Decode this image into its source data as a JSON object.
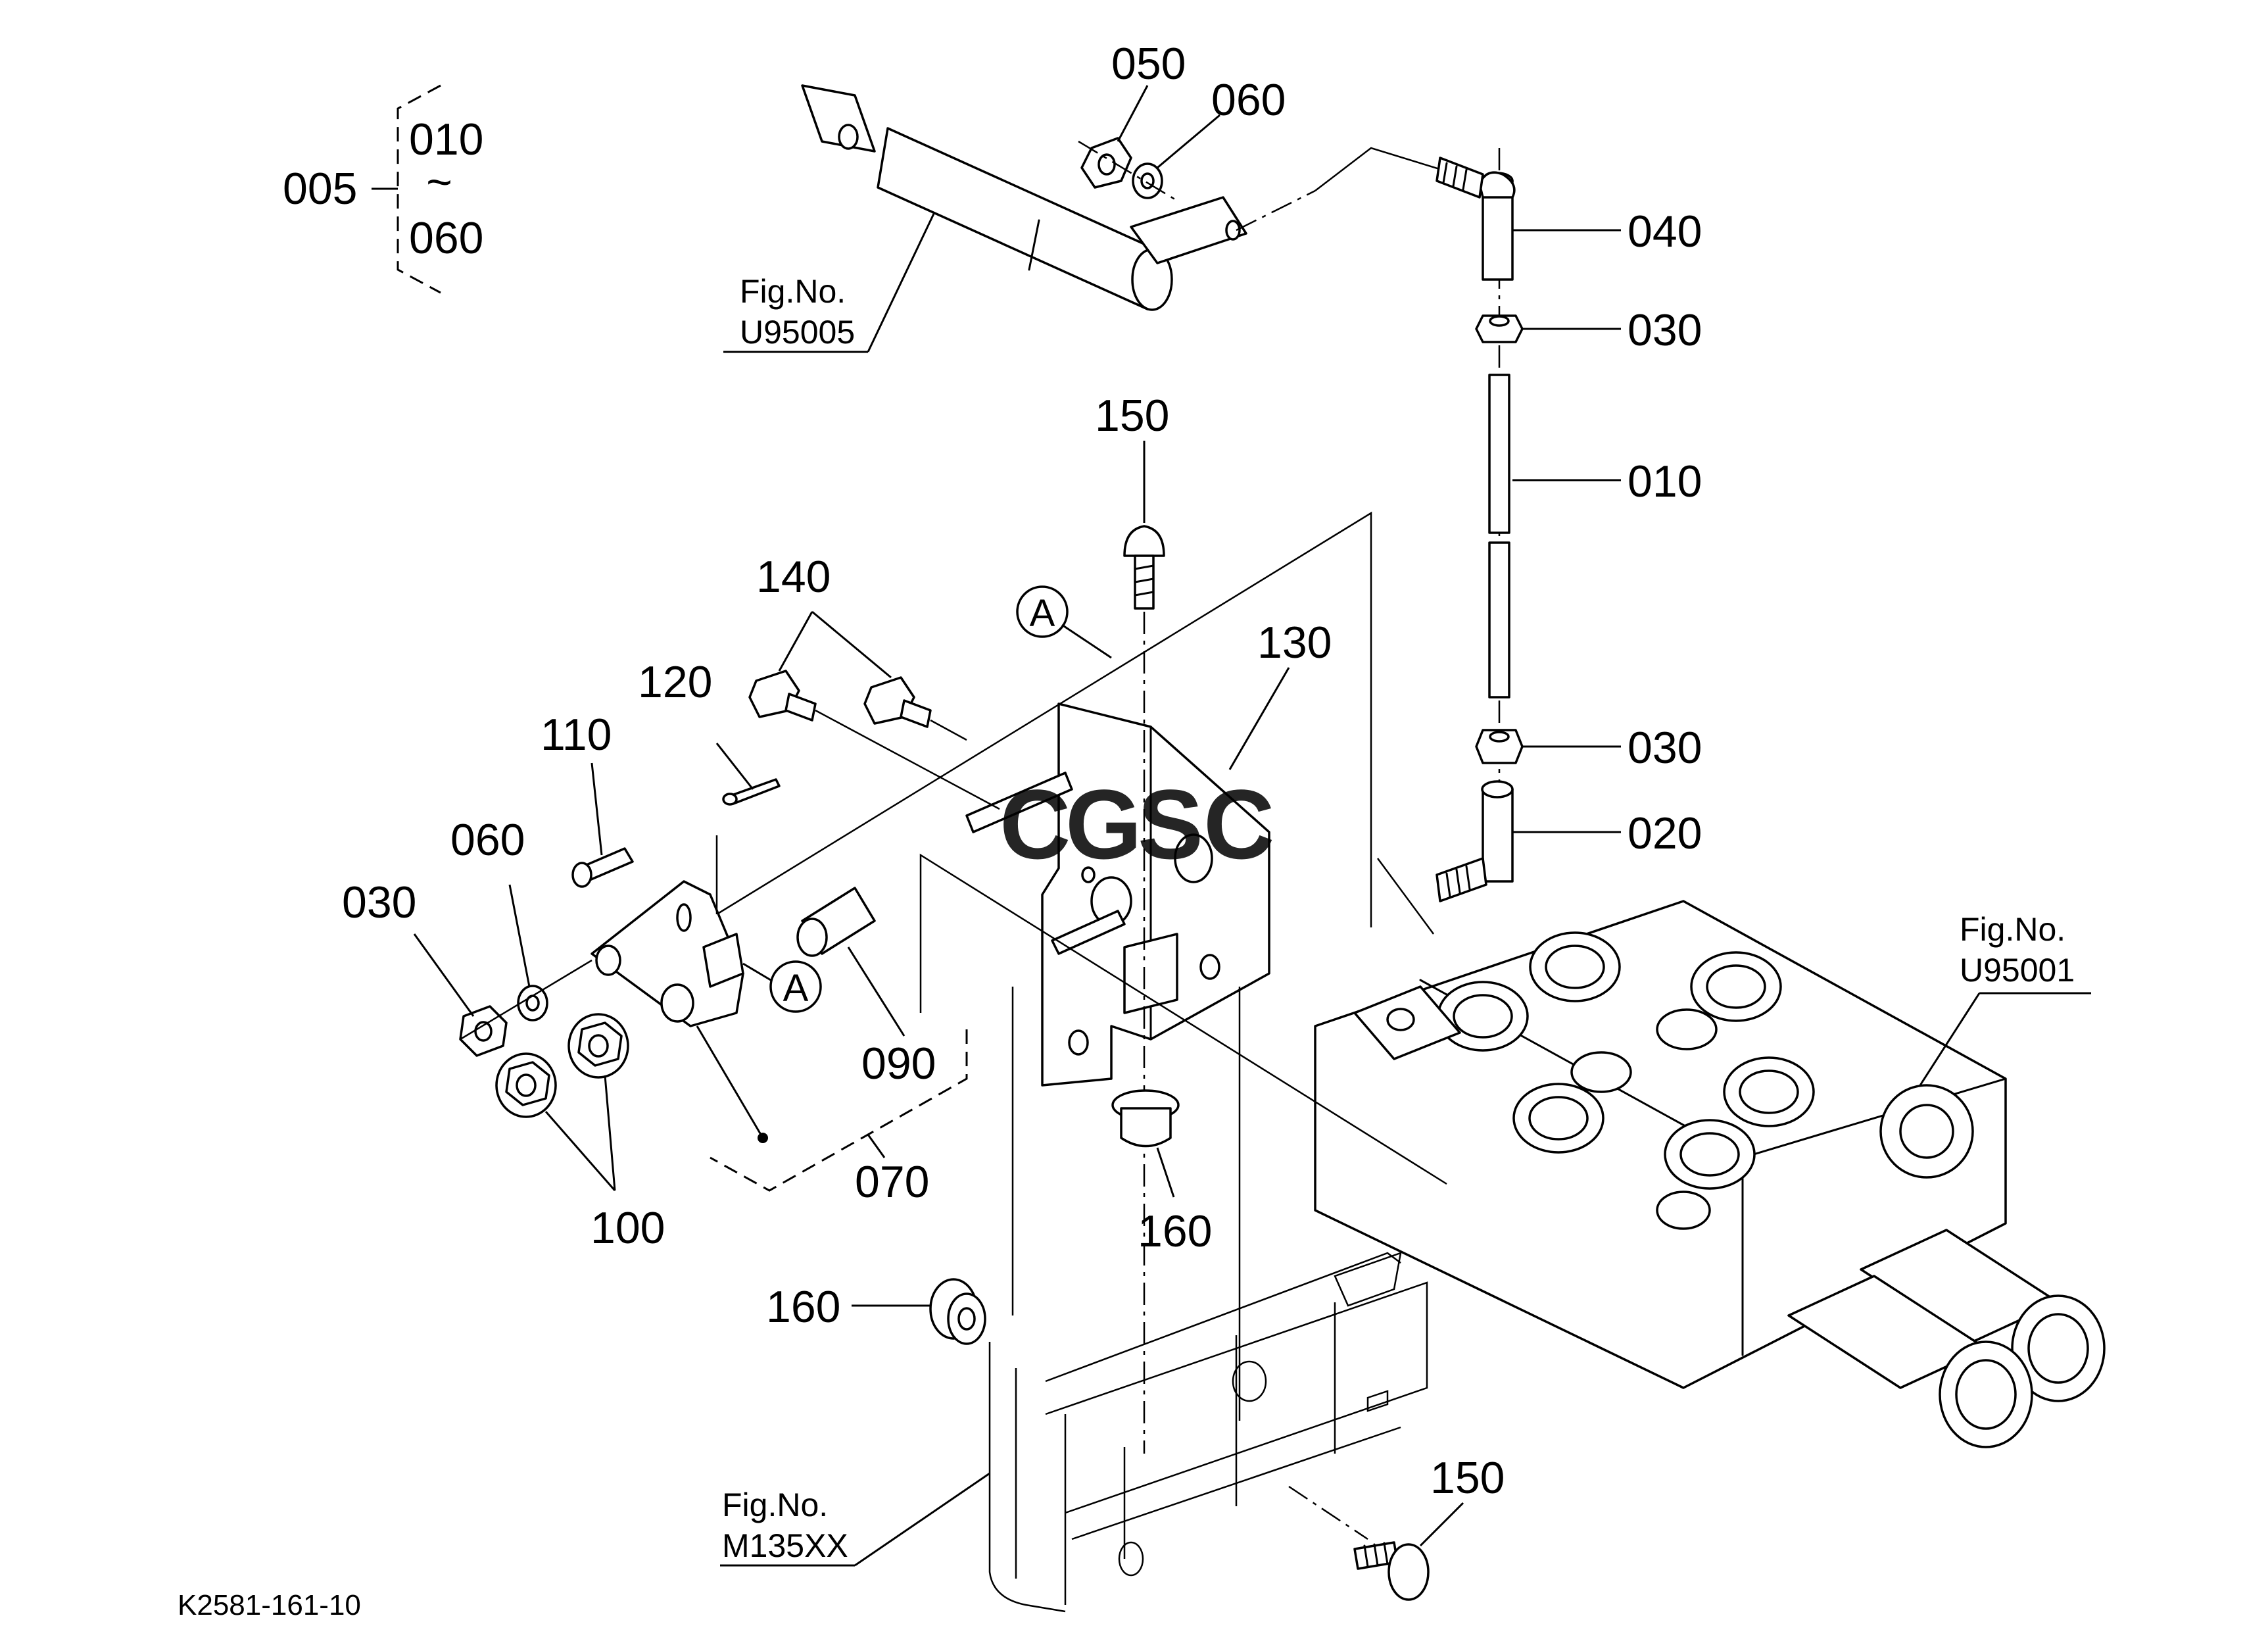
{
  "set_bracket": {
    "label": "005",
    "from": "010",
    "tilde": "~",
    "to": "060"
  },
  "part_labels": {
    "p050": "050",
    "p060_top": "060",
    "p040": "040",
    "p030_top": "030",
    "p010": "010",
    "p150_top": "150",
    "p140": "140",
    "p130": "130",
    "p120": "120",
    "p110": "110",
    "p060_left": "060",
    "p030_left": "030",
    "p030_mid": "030",
    "p020": "020",
    "p090": "090",
    "p100": "100",
    "p070": "070",
    "p160_mid": "160",
    "p160_left": "160",
    "p150_bottom": "150"
  },
  "reference_marks": {
    "a1": "A",
    "a2": "A"
  },
  "figure_refs": {
    "u95005": {
      "caption": "Fig.No.",
      "number": "U95005"
    },
    "u95001": {
      "caption": "Fig.No.",
      "number": "U95001"
    },
    "m135xx": {
      "caption": "Fig.No.",
      "number": "M135XX"
    }
  },
  "watermark": {
    "text": "CGSC",
    "colors": [
      "#4285F4",
      "#EA4335",
      "#FBBC05",
      "#34A853"
    ]
  },
  "drawing_code": "K2581-161-10"
}
